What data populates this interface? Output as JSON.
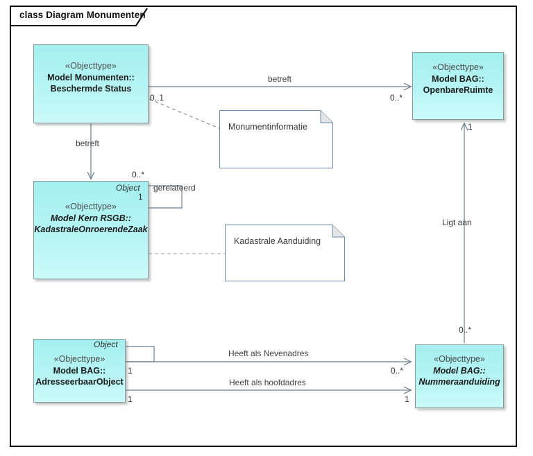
{
  "frame": {
    "title": "class Diagram Monumenten"
  },
  "classes": [
    {
      "id": "beschermde-status",
      "stereotype": "«Objecttype»",
      "name_line1": "Model Monumenten::",
      "name_line2": "Beschermde Status",
      "abstract": false
    },
    {
      "id": "openbare-ruimte",
      "stereotype": "«Objecttype»",
      "name_line1": "Model BAG::",
      "name_line2": "OpenbareRuimte",
      "abstract": false
    },
    {
      "id": "kadastrale-onroerende-zaak",
      "stereotype": "«Objecttype»",
      "name_line1": "Model Kern RSGB::",
      "name_line2": "KadastraleOnroerendeZaak",
      "abstract": true
    },
    {
      "id": "adresseerbaar-object",
      "stereotype": "«Objecttype»",
      "name_line1": "Model BAG::",
      "name_line2": "AdresseerbaarObject",
      "abstract": false
    },
    {
      "id": "nummeraanduiding",
      "stereotype": "«Objecttype»",
      "name_line1": "Model BAG::",
      "name_line2": "Nummeraanduiding",
      "abstract": true
    }
  ],
  "notes": [
    {
      "id": "monumentinformatie",
      "text": "Monumentinformatie"
    },
    {
      "id": "kadastrale-aanduiding",
      "text": "Kadastrale Aanduiding"
    }
  ],
  "associations": [
    {
      "id": "betreft-openbareruimte",
      "label": "betreft",
      "source_multiplicity": "0..1",
      "target_multiplicity": "0..*"
    },
    {
      "id": "betreft-kadastraleonroerendezaak",
      "label": "betreft",
      "source_multiplicity": "",
      "target_multiplicity": "0..*"
    },
    {
      "id": "gerelateerd",
      "label": "gerelateerd",
      "role": "Object",
      "source_multiplicity": "1",
      "target_multiplicity": "0..*"
    },
    {
      "id": "ligt-aan",
      "label": "Ligt aan",
      "source_multiplicity": "0..*",
      "target_multiplicity": "1"
    },
    {
      "id": "heeft-als-nevenadres",
      "label": "Heeft als Nevenadres",
      "role": "Object",
      "source_multiplicity": "1",
      "target_multiplicity": "0..*"
    },
    {
      "id": "heeft-als-hoofdadres",
      "label": "Heeft als hoofdadres",
      "source_multiplicity": "1",
      "target_multiplicity": "1"
    }
  ],
  "colors": {
    "class_fill": "#aaf0f0",
    "class_border": "#8a9a9a",
    "connector": "#6b7d8c",
    "frame_border": "#000000",
    "note_border": "#6b8ba6"
  }
}
